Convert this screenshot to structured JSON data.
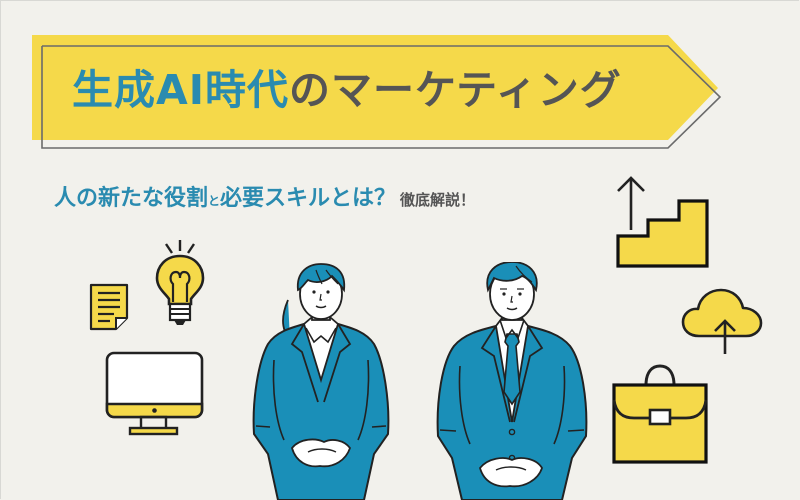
{
  "banner": {
    "title_part1": "生成AI時代",
    "title_part2": "のマーケティング",
    "fill_color": "#f5d94a",
    "outline_color": "#6b6b6b"
  },
  "subtitle": {
    "part1": "人の新たな役割",
    "part2": "と",
    "part3": "必要スキルとは？",
    "part4": "徹底解説！"
  },
  "colors": {
    "background": "#f2f1ec",
    "accent_blue": "#2a8bb0",
    "suit_blue": "#1a8fb8",
    "icon_yellow": "#f5d94a",
    "text_gray": "#555555"
  },
  "icons": [
    {
      "name": "document-icon"
    },
    {
      "name": "lightbulb-icon"
    },
    {
      "name": "monitor-icon"
    },
    {
      "name": "stairs-up-icon"
    },
    {
      "name": "cloud-upload-icon"
    },
    {
      "name": "briefcase-icon"
    }
  ],
  "people": [
    {
      "name": "businesswoman-figure"
    },
    {
      "name": "businessman-figure"
    }
  ]
}
